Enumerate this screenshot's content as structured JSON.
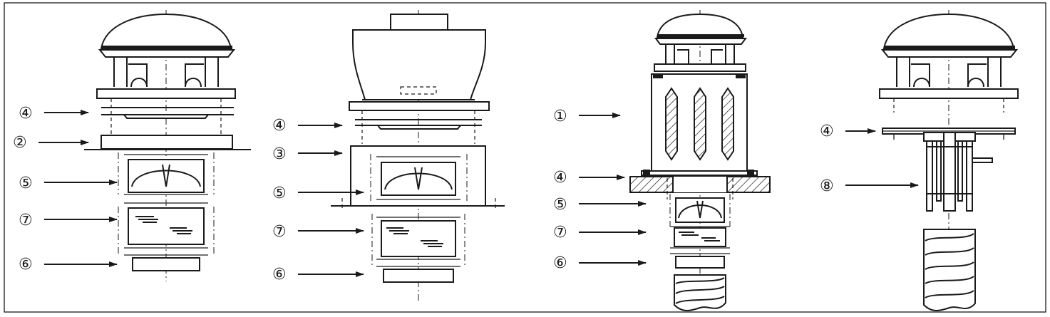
{
  "callouts": {
    "d1": [
      "④",
      "②",
      "⑤",
      "⑦",
      "⑥"
    ],
    "d2": [
      "④",
      "③",
      "⑤",
      "⑦",
      "⑥"
    ],
    "d3": [
      "①",
      "④",
      "⑤",
      "⑦",
      "⑥"
    ],
    "d4": [
      "④",
      "⑧"
    ]
  }
}
